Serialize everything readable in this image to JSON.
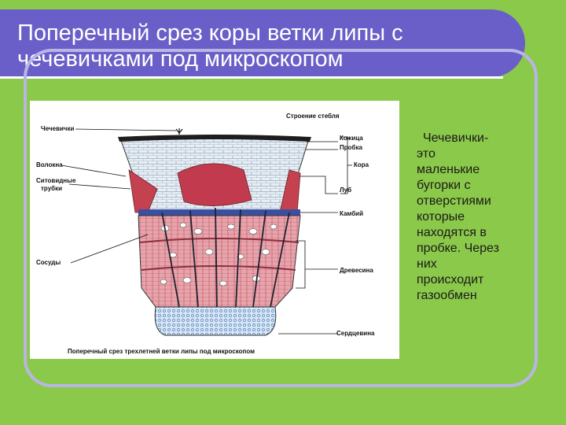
{
  "title": "Поперечный срез коры ветки липы с чечевичками под микроскопом",
  "figure": {
    "top_label": "Строение стебля",
    "caption": "Поперечный срез трехлетней ветки липы под микроскопом",
    "labels": {
      "lenticels": "Чечевички",
      "fibers": "Волокна",
      "sieve_tubes_1": "Ситовидные",
      "sieve_tubes_2": "трубки",
      "vessels": "Сосуды",
      "skin": "Кожица",
      "cork": "Пробка",
      "bark": "Кора",
      "bast": "Луб",
      "cambium": "Камбий",
      "wood": "Древесина",
      "pith": "Сердцевина"
    }
  },
  "description": [
    "Чечевички-",
    "это",
    "маленькие",
    "бугорки с",
    "отверстиями",
    "которые",
    "находятся в",
    "пробке. Через",
    "них",
    "происходит",
    "газообмен"
  ],
  "colors": {
    "background": "#8bc94a",
    "title_bar": "#6a5fc8",
    "frame": "#b9b5e6",
    "cork": "#dfe9f0",
    "bast_red": "#c23a4e",
    "wood_pink": "#e8a6ae",
    "pith_blue": "#cfe0f2"
  }
}
